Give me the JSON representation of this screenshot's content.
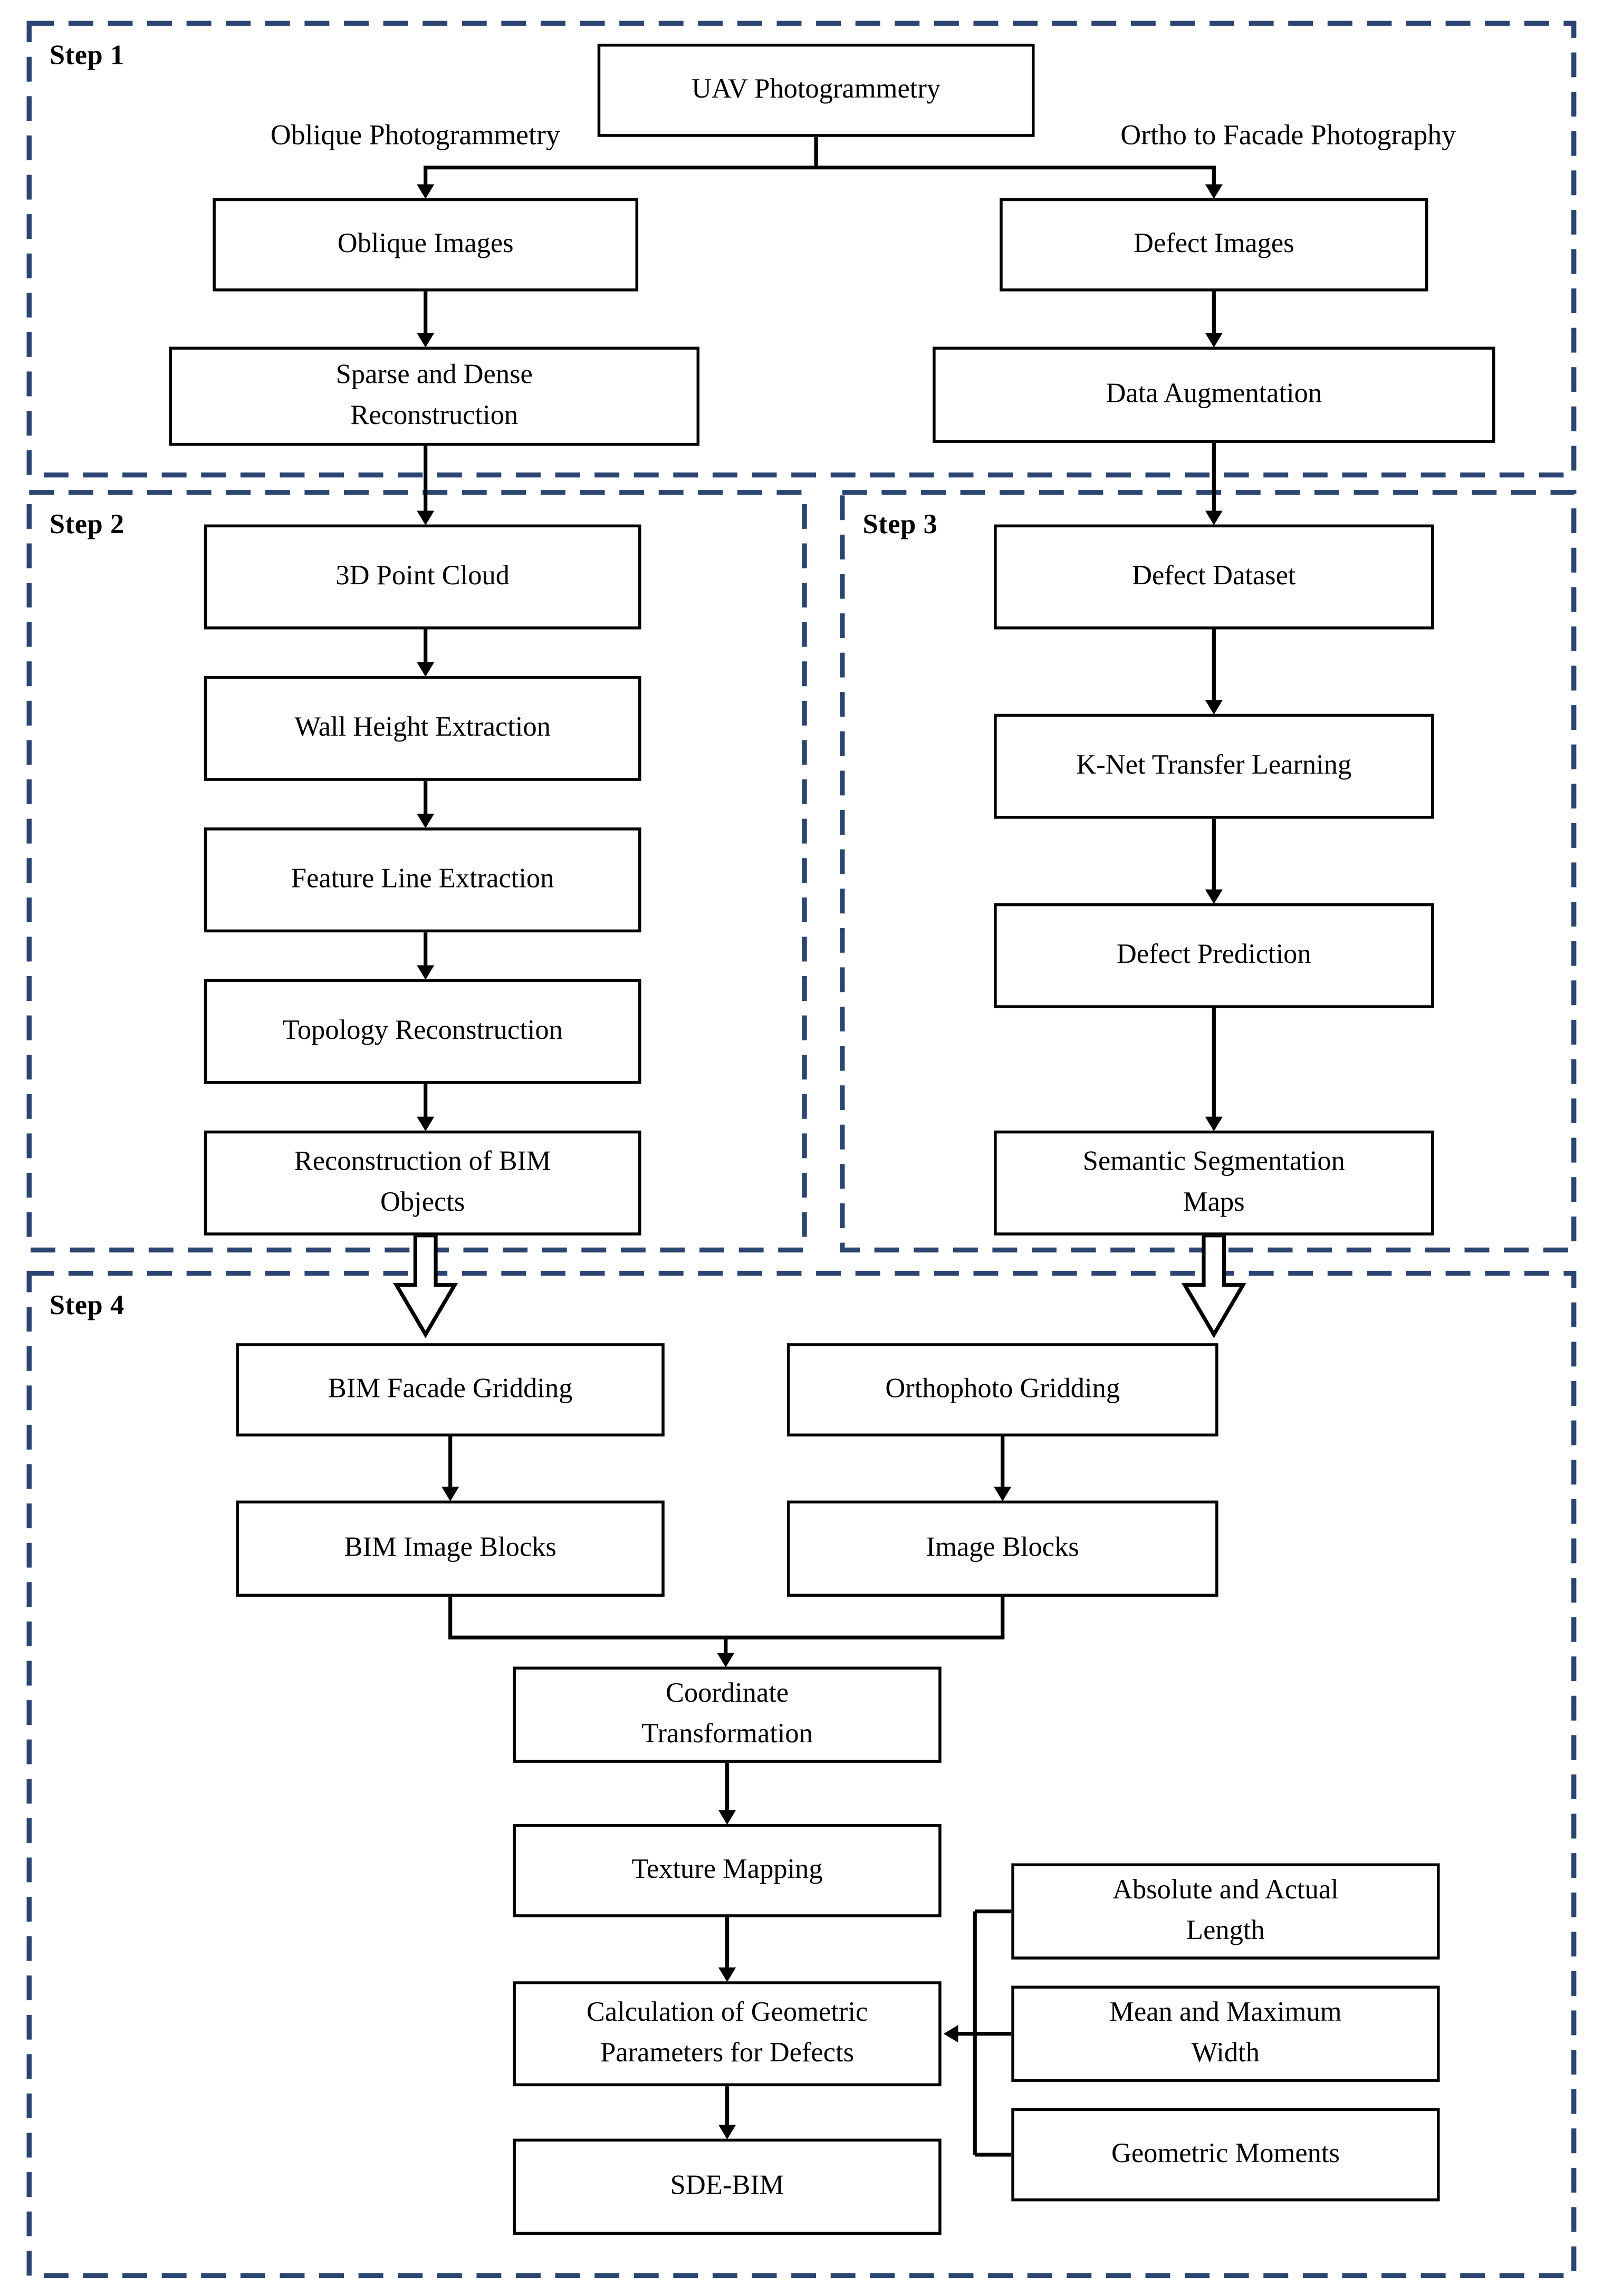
{
  "diagram": {
    "type": "flowchart",
    "step_labels": {
      "step1": "Step 1",
      "step2": "Step 2",
      "step3": "Step 3",
      "step4": "Step 4"
    },
    "branch_labels": {
      "left": "Oblique Photogrammetry",
      "right": "Ortho to Facade Photography"
    },
    "nodes": {
      "uav": "UAV Photogrammetry",
      "oblique_images": "Oblique Images",
      "defect_images": "Defect Images",
      "sparse": "Sparse and Dense Reconstruction",
      "data_aug": "Data Augmentation",
      "point_cloud": "3D Point Cloud",
      "wall_height": "Wall Height Extraction",
      "feature_line": "Feature Line Extraction",
      "topology": "Topology Reconstruction",
      "bim_objects": "Reconstruction of BIM Objects",
      "defect_dataset": "Defect Dataset",
      "knet": "K-Net Transfer Learning",
      "defect_prediction": "Defect Prediction",
      "semantic_maps": "Semantic Segmentation Maps",
      "bim_facade": "BIM Facade Gridding",
      "ortho_grid": "Orthophoto Gridding",
      "bim_blocks": "BIM Image Blocks",
      "image_blocks": "Image Blocks",
      "coord_transform": "Coordinate Transformation",
      "texture": "Texture Mapping",
      "calc_geom": "Calculation of Geometric Parameters for Defects",
      "sde_bim": "SDE-BIM",
      "abs_length": "Absolute and Actual Length",
      "mean_width": "Mean and Maximum Width",
      "geom_moments": "Geometric Moments"
    },
    "edges": [
      "uav -> oblique_images (Oblique Photogrammetry branch)",
      "uav -> defect_images (Ortho to Facade Photography branch)",
      "oblique_images -> sparse",
      "defect_images -> data_aug",
      "sparse -> point_cloud",
      "data_aug -> defect_dataset",
      "point_cloud -> wall_height -> feature_line -> topology -> bim_objects",
      "defect_dataset -> knet -> defect_prediction -> semantic_maps",
      "bim_objects => bim_facade (hollow arrow)",
      "semantic_maps => ortho_grid (hollow arrow)",
      "bim_facade -> bim_blocks",
      "ortho_grid -> image_blocks",
      "bim_blocks + image_blocks -> coord_transform",
      "coord_transform -> texture -> calc_geom -> sde_bim",
      "abs_length + mean_width + geom_moments -> calc_geom"
    ],
    "colors": {
      "dashed_border": "#2b4570",
      "flow_lines": "#000000",
      "box_border": "#000000",
      "background": "#ffffff"
    }
  }
}
